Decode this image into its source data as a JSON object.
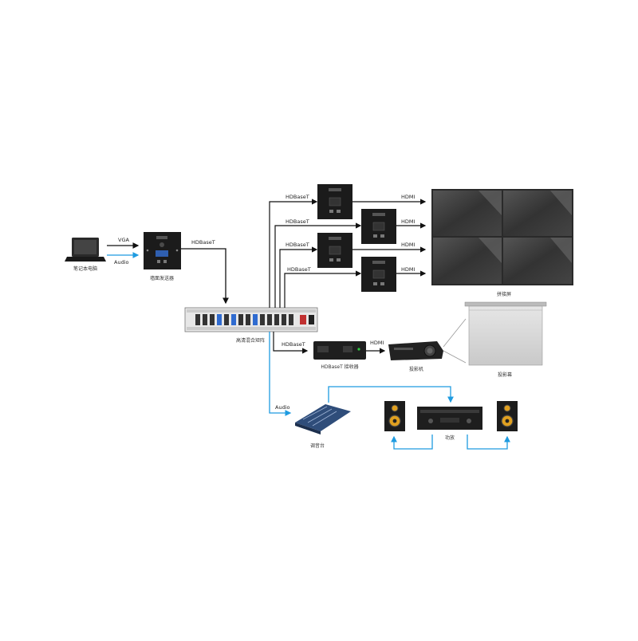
{
  "colors": {
    "black_line": "#111111",
    "blue_line": "#1e9be0",
    "device_dark": "#1b1b1b",
    "screen_dark": "#3a3a3a"
  },
  "devices": {
    "laptop": "笔记本电脑",
    "wall_transmitter": "墙面发送器",
    "matrix": "高清混合矩阵",
    "video_wall": "拼接屏",
    "hdbaset_receiver": "HDBaseT 接收器",
    "projector": "投影机",
    "projection_screen": "投影幕",
    "mixer": "调音台",
    "amplifier": "功放"
  },
  "links": {
    "vga": "VGA",
    "audio_in": "Audio",
    "hdbaset_in": "HDBaseT",
    "hdbaset_1": "HDBaseT",
    "hdbaset_2": "HDBaseT",
    "hdbaset_3": "HDBaseT",
    "hdbaset_4": "HDBaseT",
    "hdmi_1": "HDMI",
    "hdmi_2": "HDMI",
    "hdmi_3": "HDMI",
    "hdmi_4": "HDMI",
    "hdbaset_receiver_link": "HDBaseT",
    "hdmi_projector": "HDMI",
    "audio_mixer": "Audio"
  }
}
